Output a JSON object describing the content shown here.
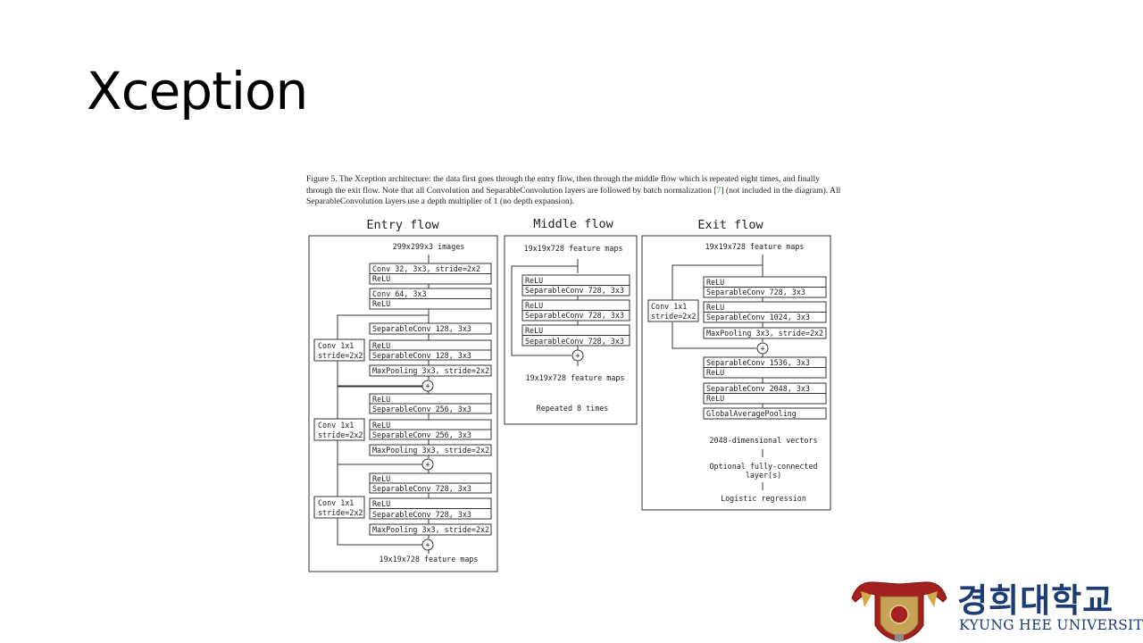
{
  "slide": {
    "title": "Xception"
  },
  "caption": {
    "part1": "Figure 5. The Xception architecture: the data first goes through the entry flow, then through the middle flow which is repeated eight times, and finally through the exit flow. Note that all Convolution and SeparableConvolution layers are followed by batch normalization [",
    "ref": "7",
    "part2": "] (not included in the diagram). All SeparableConvolution layers use a depth multiplier of 1 (no depth expansion)."
  },
  "entry": {
    "title": "Entry flow",
    "input": "299x299x3 images",
    "b1a": "Conv 32, 3x3, stride=2x2",
    "b1b": "ReLU",
    "b2a": "Conv 64, 3x3",
    "b2b": "ReLU",
    "s1": "SeparableConv 128, 3x3",
    "s2a": "ReLU",
    "s2b": "SeparableConv 128, 3x3",
    "s3": "MaxPooling 3x3, stride=2x2",
    "skip1a": "Conv 1x1",
    "skip1b": "stride=2x2",
    "t1a": "ReLU",
    "t1b": "SeparableConv 256, 3x3",
    "t2a": "ReLU",
    "t2b": "SeparableConv 256, 3x3",
    "t3": "MaxPooling 3x3, stride=2x2",
    "skip2a": "Conv 1x1",
    "skip2b": "stride=2x2",
    "u1a": "ReLU",
    "u1b": "SeparableConv 728, 3x3",
    "u2a": "ReLU",
    "u2b": "SeparableConv 728, 3x3",
    "u3": "MaxPooling 3x3, stride=2x2",
    "skip3a": "Conv 1x1",
    "skip3b": "stride=2x2",
    "output": "19x19x728 feature maps"
  },
  "middle": {
    "title": "Middle flow",
    "input": "19x19x728 feature maps",
    "m1a": "ReLU",
    "m1b": "SeparableConv 728, 3x3",
    "m2a": "ReLU",
    "m2b": "SeparableConv 728, 3x3",
    "m3a": "ReLU",
    "m3b": "SeparableConv 728, 3x3",
    "output": "19x19x728 feature maps",
    "repeat": "Repeated 8 times"
  },
  "exit": {
    "title": "Exit flow",
    "input": "19x19x728 feature maps",
    "e1a": "ReLU",
    "e1b": "SeparableConv 728, 3x3",
    "e2a": "ReLU",
    "e2b": "SeparableConv 1024, 3x3",
    "e3": "MaxPooling 3x3, stride=2x2",
    "skipa": "Conv 1x1",
    "skipb": "stride=2x2",
    "f1a": "SeparableConv 1536, 3x3",
    "f1b": "ReLU",
    "f2a": "SeparableConv 2048, 3x3",
    "f2b": "ReLU",
    "gap": "GlobalAveragePooling",
    "vec": "2048-dimensional vectors",
    "fc1": "Optional fully-connected",
    "fc2": "layer(s)",
    "lr": "Logistic regression"
  },
  "plus_symbol": "+",
  "logo": {
    "korean": "경희대학교",
    "english": "KYUNG HEE UNIVERSITY"
  }
}
